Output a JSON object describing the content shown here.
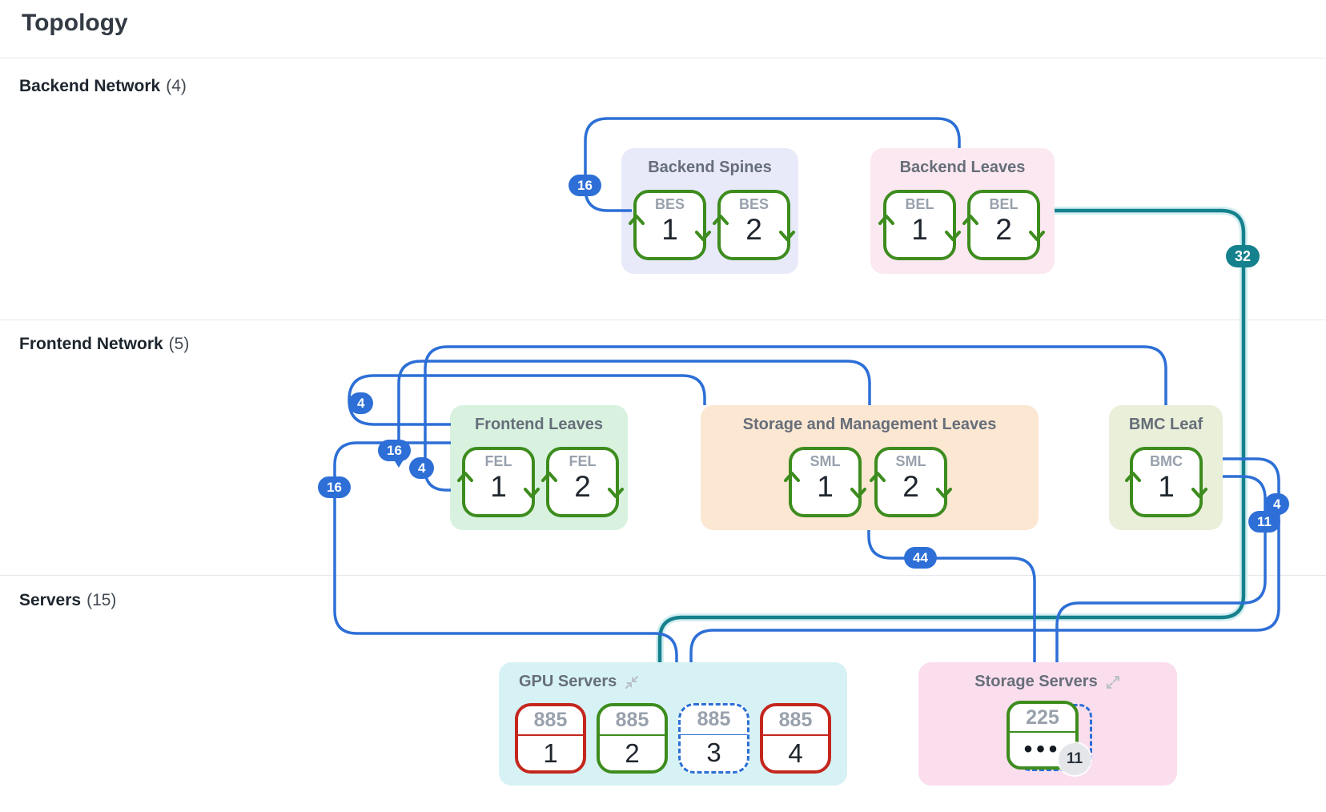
{
  "header": {
    "title": "Topology"
  },
  "sections": [
    {
      "label": "Backend Network",
      "count": "(4)"
    },
    {
      "label": "Frontend Network",
      "count": "(5)"
    },
    {
      "label": "Servers",
      "count": "(15)"
    }
  ],
  "groups": {
    "backend_spines": {
      "title": "Backend Spines",
      "nodes": [
        {
          "label": "BES",
          "number": "1"
        },
        {
          "label": "BES",
          "number": "2"
        }
      ]
    },
    "backend_leaves": {
      "title": "Backend Leaves",
      "nodes": [
        {
          "label": "BEL",
          "number": "1"
        },
        {
          "label": "BEL",
          "number": "2"
        }
      ]
    },
    "frontend_leaves": {
      "title": "Frontend Leaves",
      "nodes": [
        {
          "label": "FEL",
          "number": "1"
        },
        {
          "label": "FEL",
          "number": "2"
        }
      ]
    },
    "storage_management_leaves": {
      "title": "Storage and Management Leaves",
      "nodes": [
        {
          "label": "SML",
          "number": "1"
        },
        {
          "label": "SML",
          "number": "2"
        }
      ]
    },
    "bmc_leaf": {
      "title": "BMC Leaf",
      "nodes": [
        {
          "label": "BMC",
          "number": "1"
        }
      ]
    },
    "gpu_servers": {
      "title": "GPU Servers",
      "nodes": [
        {
          "label": "885",
          "number": "1"
        },
        {
          "label": "885",
          "number": "2"
        },
        {
          "label": "885",
          "number": "3"
        },
        {
          "label": "885",
          "number": "4"
        }
      ]
    },
    "storage_servers": {
      "title": "Storage Servers",
      "node": {
        "label": "225",
        "dots": "•••",
        "overflow": "11"
      }
    }
  },
  "edges": {
    "bes_bel": {
      "from": "Backend Spines",
      "to": "Backend Leaves",
      "value": "16",
      "color": "blue"
    },
    "bel_gpu": {
      "from": "Backend Leaves",
      "to": "GPU Servers",
      "value": "32",
      "color": "teal"
    },
    "fel_sml": {
      "from": "Frontend Leaves",
      "to": "Storage and Management Leaves",
      "value": "4",
      "color": "blue"
    },
    "sml_fel": {
      "from": "Storage and Management Leaves",
      "to": "Frontend Leaves",
      "value": "16",
      "color": "blue"
    },
    "fel_bmc": {
      "from": "Frontend Leaves",
      "to": "BMC Leaf",
      "value": "4",
      "color": "blue"
    },
    "fel_gpu": {
      "from": "Frontend Leaves",
      "to": "GPU Servers",
      "value": "16",
      "color": "blue"
    },
    "sml_storage": {
      "from": "Storage and Management Leaves",
      "to": "Storage Servers",
      "value": "44",
      "color": "blue"
    },
    "bmc_gpu": {
      "from": "BMC Leaf",
      "to": "GPU Servers",
      "value": "4",
      "color": "blue"
    },
    "bmc_storage": {
      "from": "BMC Leaf",
      "to": "Storage Servers",
      "value": "11",
      "color": "blue"
    }
  },
  "colors": {
    "edge_blue": "#2d6fd6",
    "edge_teal": "#15818d",
    "teal_halo": "#d2eef1",
    "node_green": "#3d8c1e",
    "node_red": "#c4261e",
    "node_dashed_blue": "#2d6fd6"
  }
}
